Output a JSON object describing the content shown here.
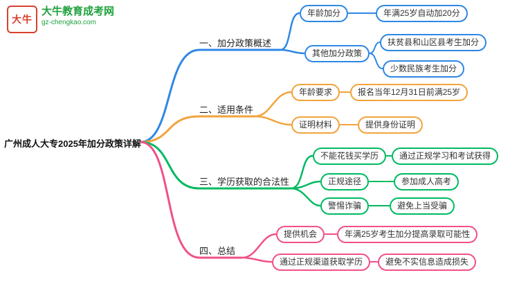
{
  "logo": {
    "logo_text": "大牛",
    "brand": "大牛教育成考网",
    "domain": "gz-chengkao.com"
  },
  "root": {
    "label": "广州成人大专2025年加分政策详解"
  },
  "colors": {
    "branch1_blue": "#2e87e5",
    "branch2_orange": "#f2a33c",
    "branch3_green": "#00ba61",
    "branch4_pink": "#f0508a",
    "logo_red": "#d8402f",
    "brand_green": "#1fa13d"
  },
  "branches": [
    {
      "label": "一、加分政策概述",
      "color": "#2e87e5",
      "children": [
        {
          "label": "年龄加分",
          "children": [
            {
              "label": "年满25岁自动加20分"
            }
          ]
        },
        {
          "label": "其他加分政策",
          "children": [
            {
              "label": "扶贫县和山区县考生加分"
            },
            {
              "label": "少数民族考生加分"
            }
          ]
        }
      ]
    },
    {
      "label": "二、适用条件",
      "color": "#f2a33c",
      "children": [
        {
          "label": "年龄要求",
          "children": [
            {
              "label": "报名当年12月31日前满25岁"
            }
          ]
        },
        {
          "label": "证明材料",
          "children": [
            {
              "label": "提供身份证明"
            }
          ]
        }
      ]
    },
    {
      "label": "三、学历获取的合法性",
      "color": "#00ba61",
      "children": [
        {
          "label": "不能花钱买学历",
          "children": [
            {
              "label": "通过正规学习和考试获得"
            }
          ]
        },
        {
          "label": "正规途径",
          "children": [
            {
              "label": "参加成人高考"
            }
          ]
        },
        {
          "label": "警惕诈骗",
          "children": [
            {
              "label": "避免上当受骗"
            }
          ]
        }
      ]
    },
    {
      "label": "四、总结",
      "color": "#f0508a",
      "children": [
        {
          "label": "提供机会",
          "children": [
            {
              "label": "年满25岁考生加分提高录取可能性"
            }
          ]
        },
        {
          "label": "通过正规渠道获取学历",
          "children": [
            {
              "label": "避免不实信息造成损失"
            }
          ]
        }
      ]
    }
  ]
}
